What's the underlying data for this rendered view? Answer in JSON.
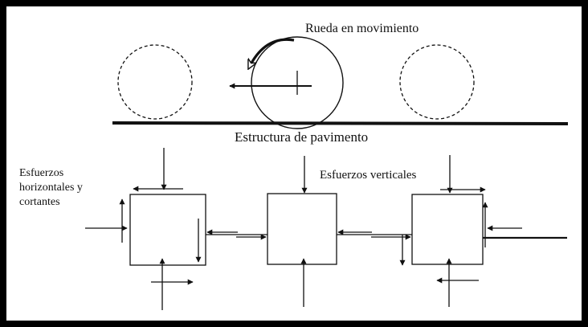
{
  "labels": {
    "moving_wheel": "Rueda en movimiento",
    "pavement": "Estructura de pavimento",
    "vertical_stresses": "Esfuerzos verticales",
    "horizontal_stresses": [
      "Esfuerzos",
      "horizontales y",
      "cortantes"
    ]
  },
  "colors": {
    "frame": "#000000",
    "ink": "#111111",
    "background": "#ffffff"
  }
}
